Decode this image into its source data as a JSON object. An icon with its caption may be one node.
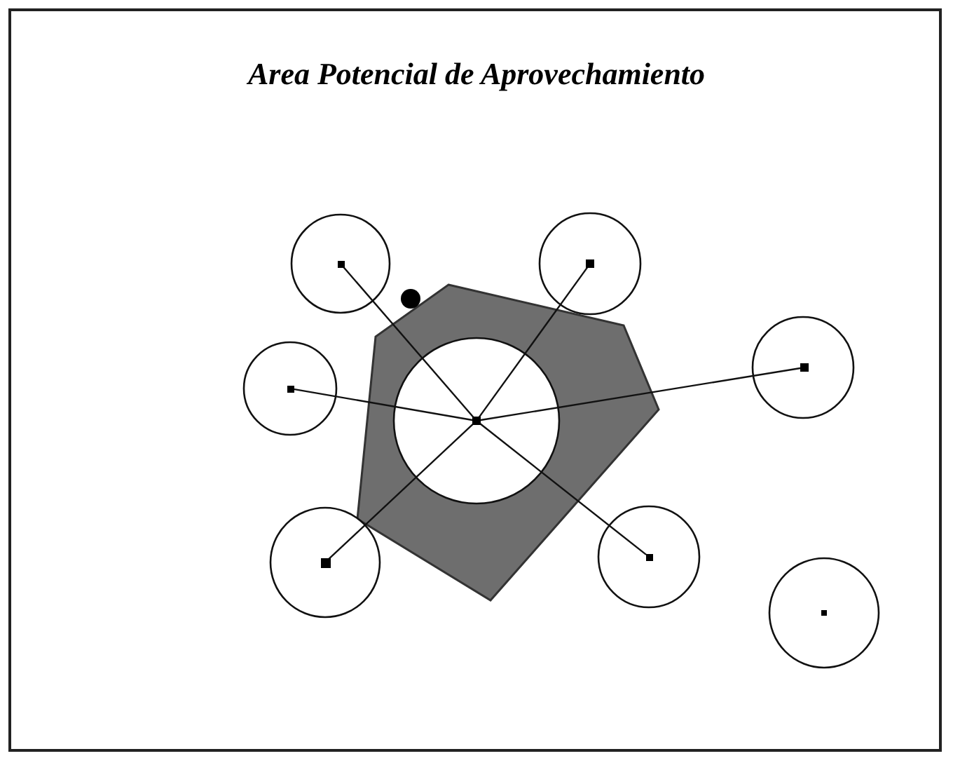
{
  "diagram": {
    "title": "Area Potencial de Aprovechamiento",
    "nodes": [
      {
        "text": [],
        "shape": "polygon"
      },
      {
        "text": [],
        "shape": "circle",
        "in": 0
      },
      {
        "text": [],
        "shape": "dot",
        "in": 1
      },
      {
        "text": [],
        "shape": "dot"
      },
      {
        "text": [],
        "shape": "circle"
      },
      {
        "text": [],
        "shape": "dot",
        "in": 4
      },
      {
        "text": [],
        "shape": "circle"
      },
      {
        "text": [],
        "shape": "dot",
        "in": 6
      },
      {
        "text": [],
        "shape": "circle"
      },
      {
        "text": [],
        "shape": "dot",
        "in": 8
      },
      {
        "text": [],
        "shape": "circle"
      },
      {
        "text": [],
        "shape": "dot",
        "in": 10
      },
      {
        "text": [],
        "shape": "circle"
      },
      {
        "text": [],
        "shape": "dot",
        "in": 12
      },
      {
        "text": [],
        "shape": "circle"
      },
      {
        "text": [],
        "shape": "dot",
        "in": 14
      },
      {
        "text": [],
        "shape": "circle"
      },
      {
        "text": [],
        "shape": "dot",
        "in": 16
      }
    ],
    "edges": [
      {
        "from": 2,
        "to": 5,
        "arrow": "none"
      },
      {
        "from": 2,
        "to": 7,
        "arrow": "none"
      },
      {
        "from": 2,
        "to": 9,
        "arrow": "none"
      },
      {
        "from": 2,
        "to": 11,
        "arrow": "none"
      },
      {
        "from": 2,
        "to": 13,
        "arrow": "none"
      },
      {
        "from": 2,
        "to": 15,
        "arrow": "none"
      }
    ]
  }
}
